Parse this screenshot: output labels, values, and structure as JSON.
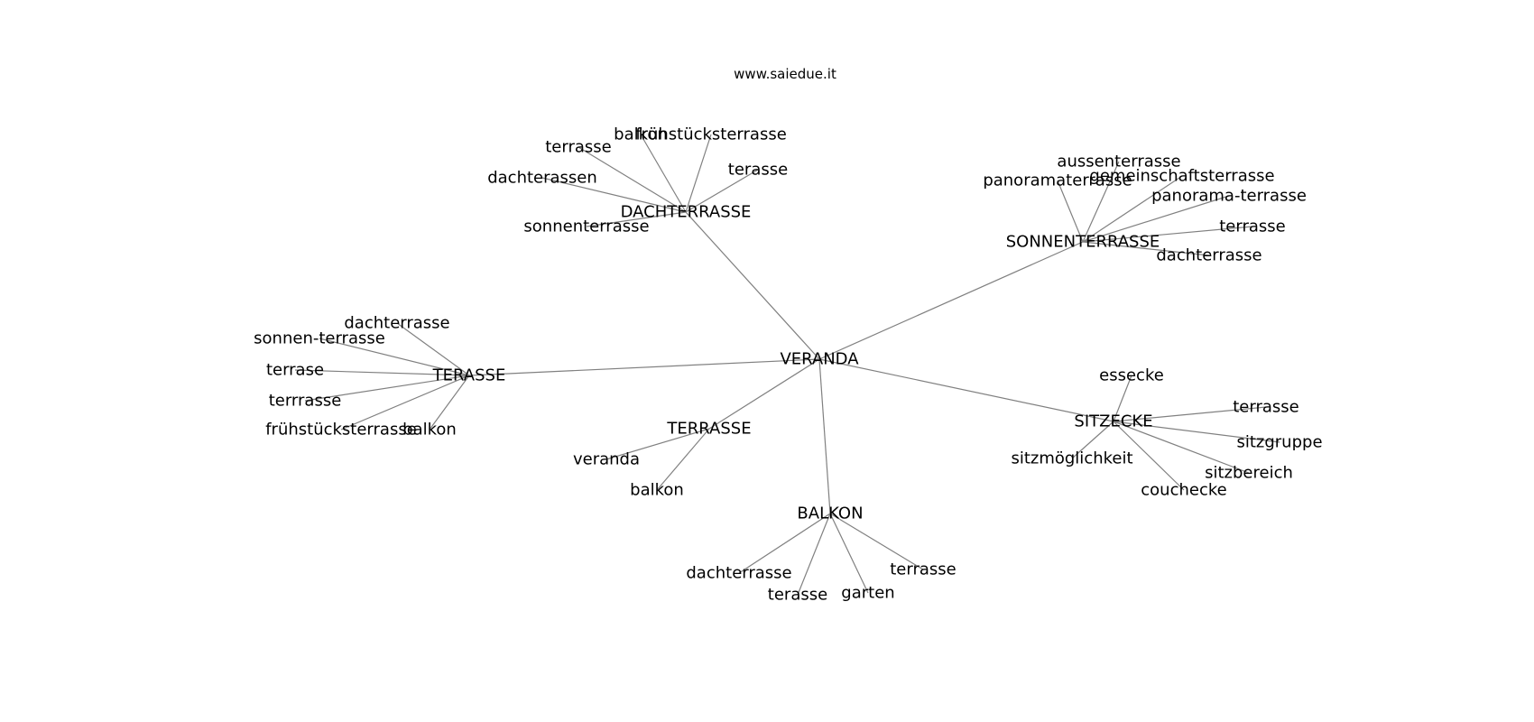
{
  "site": "www.saiedue.it",
  "graph": {
    "center": "VERANDA",
    "clusters": [
      {
        "hub": "DACHTERRASSE",
        "leaves": [
          "balkon",
          "frühstücksterrasse",
          "terrasse",
          "terasse",
          "dachterassen",
          "sonnenterrasse"
        ]
      },
      {
        "hub": "SONNENTERRASSE",
        "leaves": [
          "aussenterrasse",
          "gemeinschaftsterrasse",
          "panoramaterrasse",
          "panorama-terrasse",
          "terrasse",
          "dachterrasse"
        ]
      },
      {
        "hub": "TERASSE",
        "leaves": [
          "dachterrasse",
          "sonnen-terrasse",
          "terrase",
          "terrrasse",
          "frühstücksterrasse",
          "balkon"
        ]
      },
      {
        "hub": "TERRASSE",
        "leaves": [
          "veranda",
          "balkon"
        ]
      },
      {
        "hub": "SITZECKE",
        "leaves": [
          "essecke",
          "terrasse",
          "sitzgruppe",
          "sitzmöglichkeit",
          "sitzbereich",
          "couchecke"
        ]
      },
      {
        "hub": "BALKON",
        "leaves": [
          "dachterrasse",
          "terasse",
          "garten",
          "terrasse"
        ]
      }
    ]
  }
}
